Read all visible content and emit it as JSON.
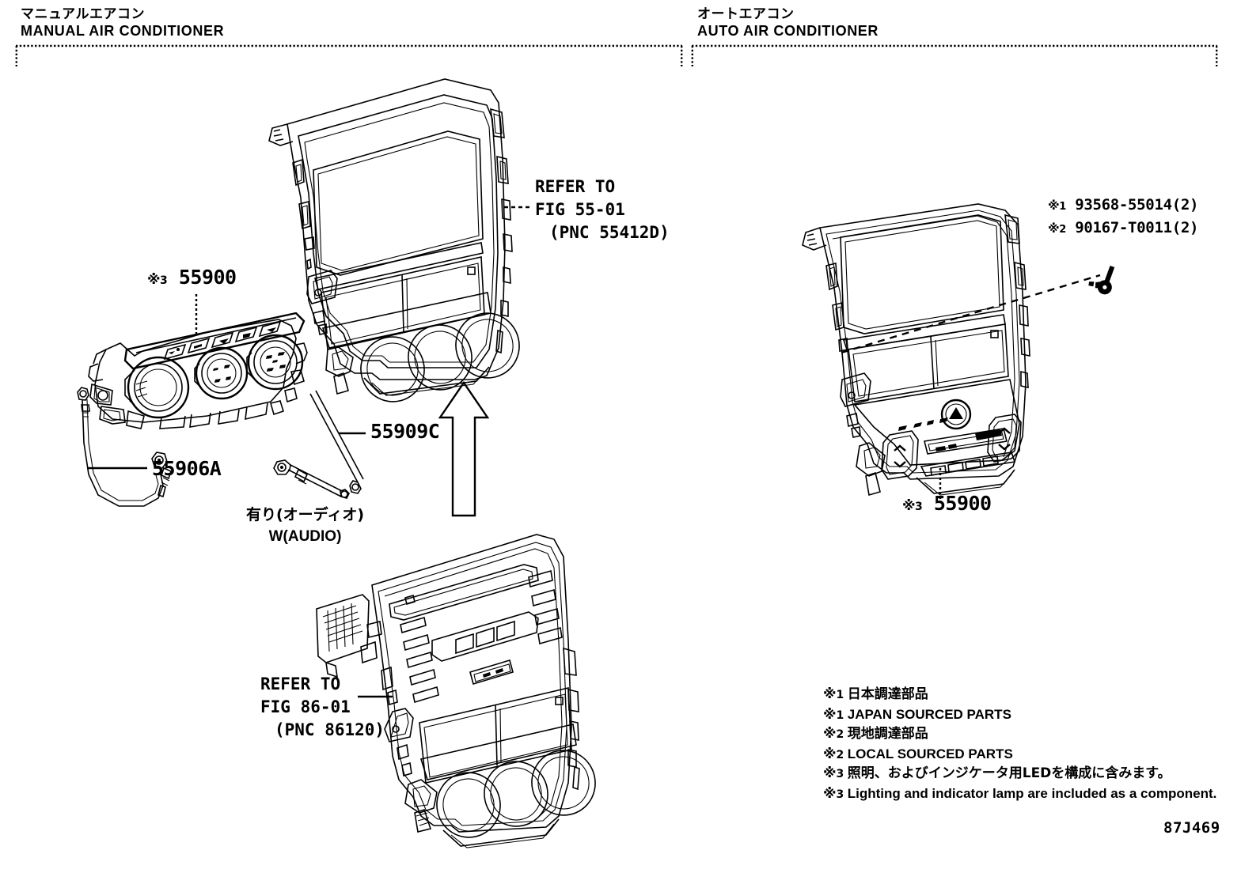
{
  "sections": [
    {
      "id": "manual",
      "jp": "マニュアルエアコン",
      "en": "MANUAL AIR CONDITIONER"
    },
    {
      "id": "auto",
      "jp": "オートエアコン",
      "en": "AUTO AIR CONDITIONER"
    }
  ],
  "callouts": {
    "manual_control_assy": {
      "mark": "※3",
      "part_no": "55900"
    },
    "cable_a": {
      "part_no": "55906A"
    },
    "cable_c": {
      "part_no": "55909C"
    },
    "auto_control_assy": {
      "mark": "※3",
      "part_no": "55900"
    }
  },
  "refer_blocks": {
    "upper": {
      "line1": "REFER TO",
      "line2": "FIG 55-01",
      "line3": "(PNC 55412D)"
    },
    "lower": {
      "line1": "REFER TO",
      "line2": "FIG 86-01",
      "line3": "(PNC 86120)"
    }
  },
  "audio_note": {
    "jp": "有り(オーディオ)",
    "en": "W(AUDIO)"
  },
  "fasteners": [
    {
      "mark": "※1",
      "part_no": "93568-55014",
      "qty": "(2)"
    },
    {
      "mark": "※2",
      "part_no": "90167-T0011",
      "qty": "(2)"
    }
  ],
  "legend": [
    {
      "mark": "※1",
      "text": "日本調達部品",
      "lang": "jp"
    },
    {
      "mark": "※1",
      "text": "JAPAN SOURCED PARTS",
      "lang": "en"
    },
    {
      "mark": "※2",
      "text": "現地調達部品",
      "lang": "jp"
    },
    {
      "mark": "※2",
      "text": "LOCAL SOURCED PARTS",
      "lang": "en"
    },
    {
      "mark": "※3",
      "text": "照明、およびインジケータ用LEDを構成に含みます。",
      "lang": "jp"
    },
    {
      "mark": "※3",
      "text": "Lighting and indicator lamp are included as a component.",
      "lang": "en"
    }
  ],
  "drawing_number": "87J469",
  "colors": {
    "line": "#000000",
    "background": "#ffffff"
  }
}
